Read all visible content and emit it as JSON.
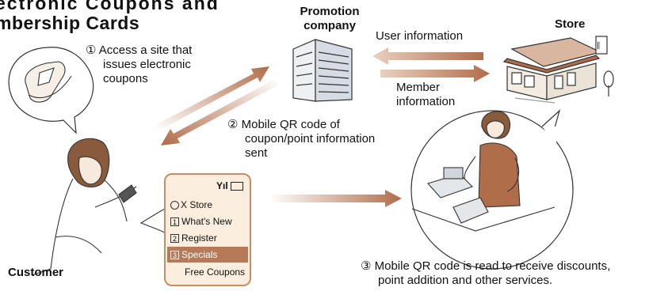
{
  "title": {
    "line1": "ectronic Coupons and",
    "line2": "mbership Cards"
  },
  "actors": {
    "promotion": {
      "line1": "Promotion",
      "line2": "company"
    },
    "store": "Store",
    "customer": "Customer"
  },
  "flows": {
    "user_info": "User information",
    "member_info": {
      "line1": "Member",
      "line2": "information"
    }
  },
  "steps": {
    "s1": {
      "num": "①",
      "line1": "Access a site that",
      "line2": "issues electronic",
      "line3": "coupons"
    },
    "s2": {
      "num": "②",
      "line1": "Mobile QR code of",
      "line2": "coupon/point information",
      "line3": "sent"
    },
    "s3": {
      "num": "③",
      "line1": "Mobile QR code is read to receive discounts,",
      "line2": "point addition and other services."
    }
  },
  "phone_screen": {
    "signal": "Yıl",
    "items": [
      {
        "num": "",
        "label": "X Store"
      },
      {
        "num": "1",
        "label": "What's New"
      },
      {
        "num": "2",
        "label": "Register"
      },
      {
        "num": "3",
        "label": "Specials"
      },
      {
        "num": "",
        "label": "Free Coupons"
      }
    ]
  },
  "colors": {
    "arrow": "#b06d4a",
    "arrow_light": "#e9c9b6",
    "highlight": "#b77a58"
  }
}
